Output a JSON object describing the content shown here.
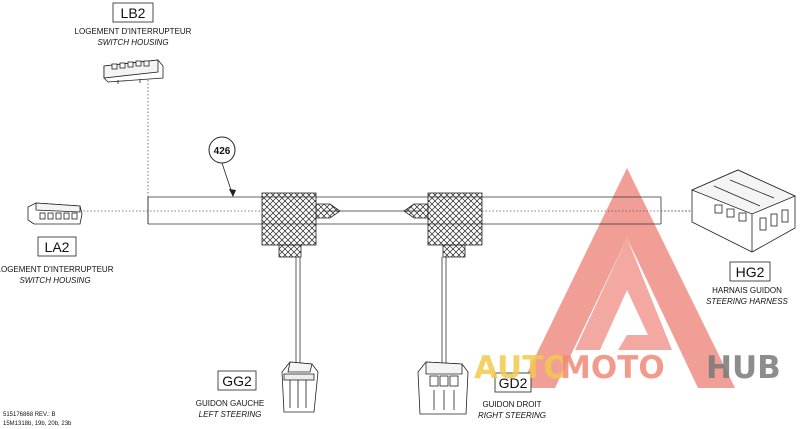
{
  "callout": "426",
  "connectors": {
    "lb2": {
      "code": "LB2",
      "fr": "LOGEMENT D'INTERRUPTEUR",
      "en": "SWITCH HOUSING"
    },
    "la2": {
      "code": "LA2",
      "fr": "LOGEMENT D'INTERRUPTEUR",
      "en": "SWITCH HOUSING"
    },
    "hg2": {
      "code": "HG2",
      "fr": "HARNAIS GUIDON",
      "en": "STEERING HARNESS"
    },
    "gg2": {
      "code": "GG2",
      "fr": "GUIDON GAUCHE",
      "en": "LEFT STEERING"
    },
    "gd2": {
      "code": "GD2",
      "fr": "GUIDON DROIT",
      "en": "RIGHT STEERING"
    }
  },
  "footer": {
    "line1": "515176868 REV.: B",
    "line2": "15M1318b, 19b, 20b, 23b"
  },
  "watermark": {
    "part1": "AUTO",
    "part2": "MOTO",
    "part3": "HUB",
    "colors": {
      "auto": "#f2c94c",
      "moto": "#f08a7a",
      "hub": "#7a7a7a",
      "triangle": "#ef8e84"
    }
  }
}
